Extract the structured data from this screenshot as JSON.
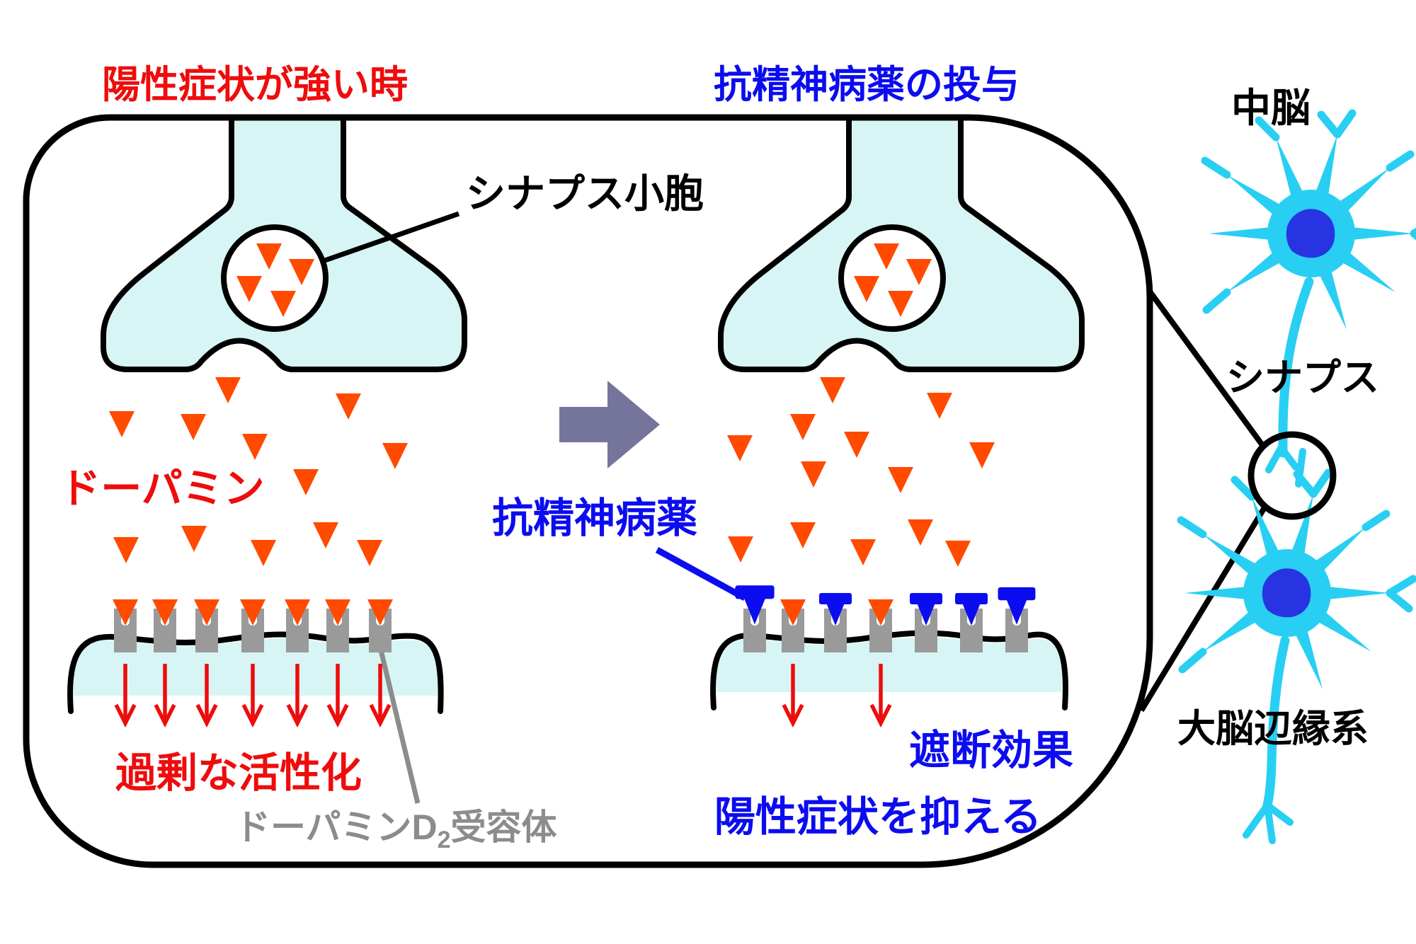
{
  "diagram": {
    "left_panel": {
      "title": "陽性症状が強い時",
      "vesicle_label": "シナプス小胞",
      "dopamine_label": "ドーパミン",
      "overactivation_label": "過剰な活性化",
      "receptor_label_prefix": "ドーパミンD",
      "receptor_label_sub": "2",
      "receptor_label_suffix": "受容体",
      "receptor_count": 7,
      "dopamine_bound_receptor_count": 7
    },
    "right_panel": {
      "title": "抗精神病薬の投与",
      "antipsychotic_label": "抗精神病薬",
      "blocking_label": "遮断効果",
      "suppress_label": "陽性症状を抑える",
      "receptor_count": 7,
      "blocked_receptor_count": 5,
      "dopamine_bound_receptor_count": 2
    },
    "side_panel": {
      "midbrain_label": "中脳",
      "synapse_label": "シナプス",
      "limbic_label": "大脳辺縁系"
    },
    "colors": {
      "dopamine_orange": "#FF4A00",
      "red": "#EE0C0C",
      "blue": "#0C0CF0",
      "receptor_gray": "#9A9A9A",
      "label_gray": "#8C8C8C",
      "terminal_fill": "#D7F5F5",
      "neuron_cyan": "#29CFF2",
      "nucleus_blue": "#2834E2",
      "transition_arrow_purple": "#75759B",
      "outline_black": "#000000"
    }
  }
}
